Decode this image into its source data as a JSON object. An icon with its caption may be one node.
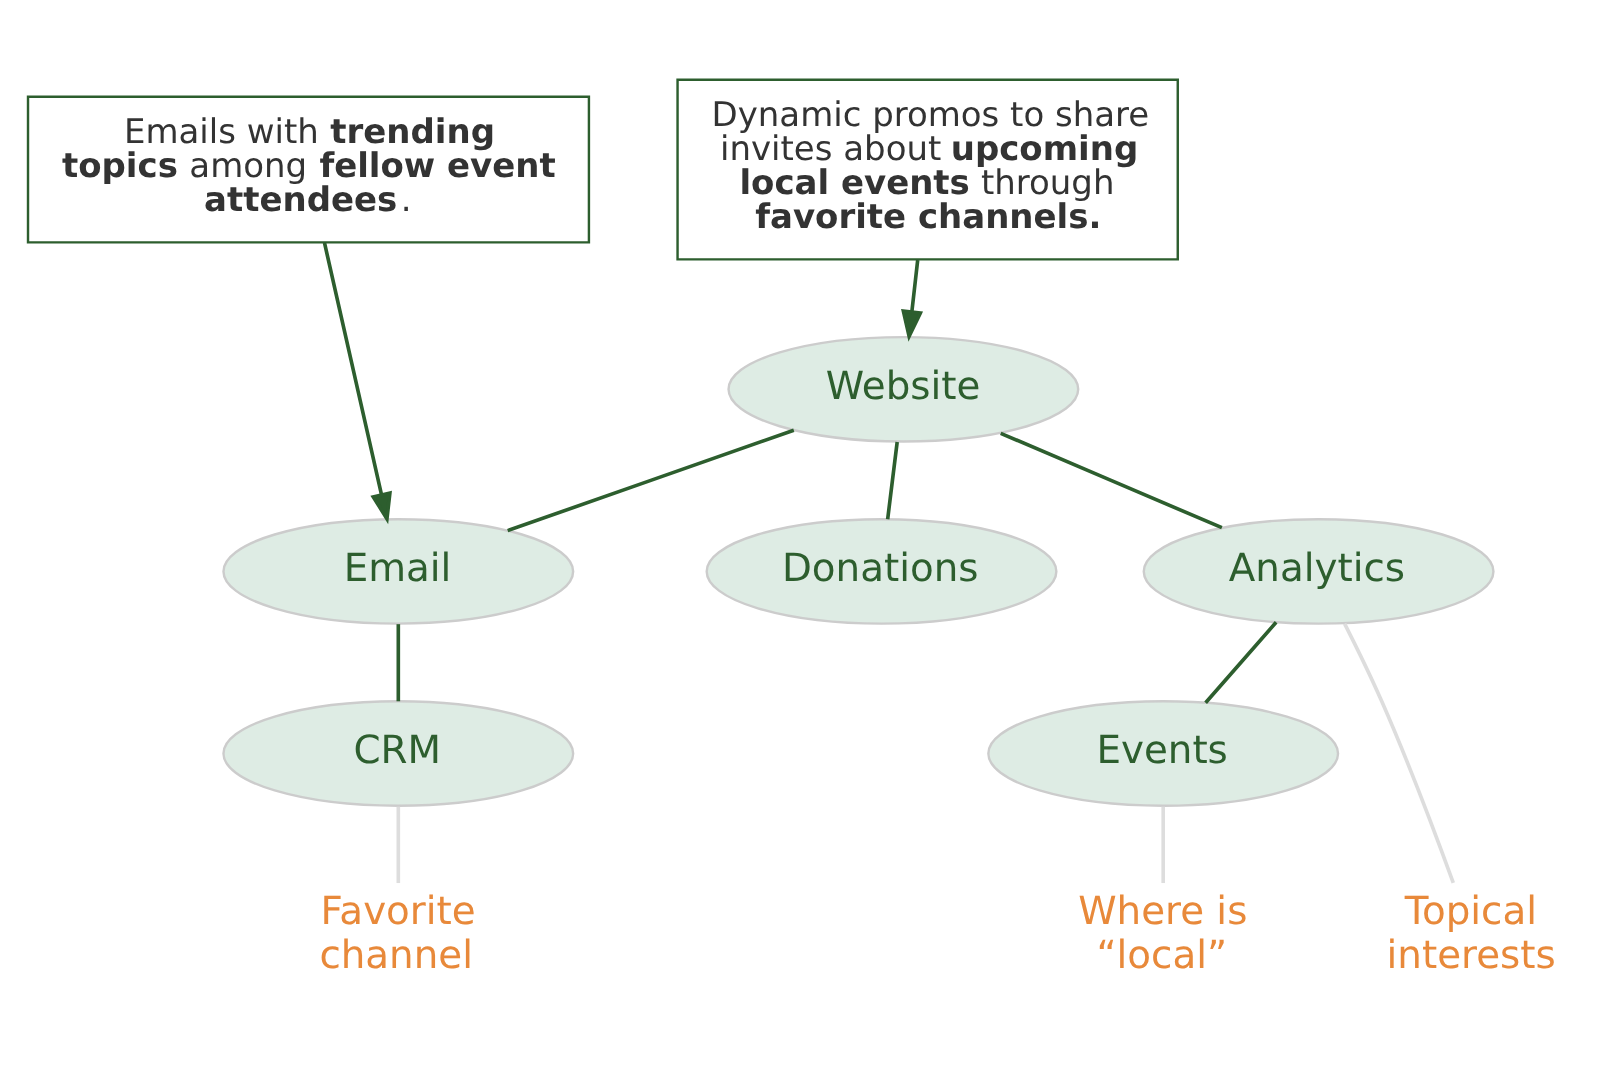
{
  "diagram": {
    "nodes": [
      {
        "text": [
          "Emails with **trending topics** among **fellow event attendees**."
        ]
      },
      {
        "text": [
          "Dynamic promos to share invites about **upcoming local events** through **favorite channels.**"
        ]
      },
      {
        "text": [
          "Website"
        ]
      },
      {
        "text": [
          "Email"
        ]
      },
      {
        "text": [
          "Donations"
        ]
      },
      {
        "text": [
          "Analytics"
        ]
      },
      {
        "text": [
          "CRM"
        ]
      },
      {
        "text": [
          "Events"
        ]
      },
      {
        "text": [
          "Favorite channel"
        ]
      },
      {
        "text": [
          "Topical interests"
        ]
      },
      {
        "text": [
          "Where is “local”"
        ]
      }
    ],
    "edges": [
      {
        "from": 0,
        "to": 3,
        "arrow": "to"
      },
      {
        "from": 1,
        "to": 2,
        "arrow": "to"
      },
      {
        "from": 2,
        "to": 3,
        "arrow": "none"
      },
      {
        "from": 2,
        "to": 4,
        "arrow": "none"
      },
      {
        "from": 2,
        "to": 5,
        "arrow": "none"
      },
      {
        "from": 3,
        "to": 6,
        "arrow": "none"
      },
      {
        "from": 5,
        "to": 7,
        "arrow": "none"
      },
      {
        "from": 6,
        "to": 8,
        "arrow": "none",
        "color": "#dddddd"
      },
      {
        "from": 5,
        "to": 9,
        "arrow": "none",
        "color": "#dddddd"
      },
      {
        "from": 7,
        "to": 10,
        "arrow": "none",
        "color": "#dddddd"
      }
    ]
  }
}
